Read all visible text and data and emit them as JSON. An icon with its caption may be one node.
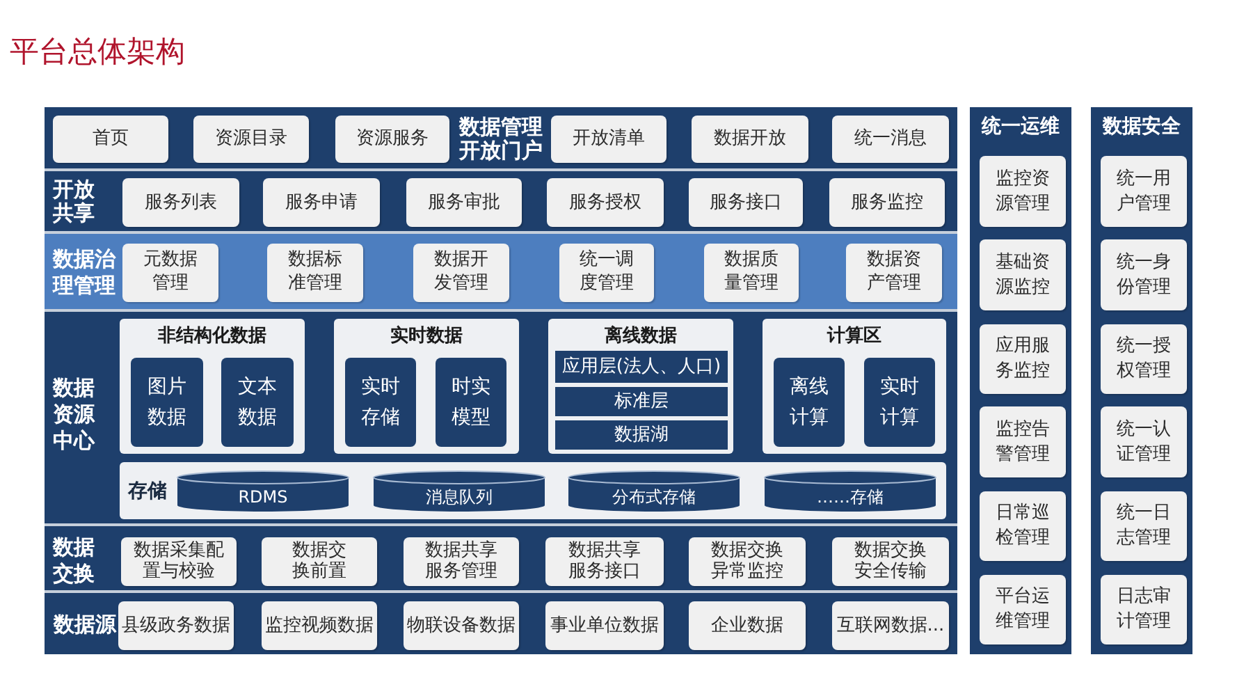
{
  "diagram": {
    "title": "平台总体架构",
    "nodes": [
      {
        "text": [
          "数据管理开放门户"
        ]
      },
      {
        "text": [
          "首页"
        ],
        "in": 0
      },
      {
        "text": [
          "资源目录"
        ],
        "in": 0
      },
      {
        "text": [
          "资源服务"
        ],
        "in": 0
      },
      {
        "text": [
          "开放清单"
        ],
        "in": 0
      },
      {
        "text": [
          "数据开放"
        ],
        "in": 0
      },
      {
        "text": [
          "统一消息"
        ],
        "in": 0
      },
      {
        "text": [
          "开放共享"
        ]
      },
      {
        "text": [
          "服务列表"
        ],
        "in": 7
      },
      {
        "text": [
          "服务申请"
        ],
        "in": 7
      },
      {
        "text": [
          "服务审批"
        ],
        "in": 7
      },
      {
        "text": [
          "服务授权"
        ],
        "in": 7
      },
      {
        "text": [
          "服务接口"
        ],
        "in": 7
      },
      {
        "text": [
          "服务监控"
        ],
        "in": 7
      },
      {
        "text": [
          "数据治理管理"
        ]
      },
      {
        "text": [
          "元数据管理"
        ],
        "in": 14
      },
      {
        "text": [
          "数据标准管理"
        ],
        "in": 14
      },
      {
        "text": [
          "数据开发管理"
        ],
        "in": 14
      },
      {
        "text": [
          "统一调度管理"
        ],
        "in": 14
      },
      {
        "text": [
          "数据质量管理"
        ],
        "in": 14
      },
      {
        "text": [
          "数据资产管理"
        ],
        "in": 14
      },
      {
        "text": [
          "数据资源中心"
        ]
      },
      {
        "text": [
          "非结构化数据"
        ],
        "in": 21
      },
      {
        "text": [
          "图片数据"
        ],
        "in": 22
      },
      {
        "text": [
          "文本数据"
        ],
        "in": 22
      },
      {
        "text": [
          "实时数据"
        ],
        "in": 21
      },
      {
        "text": [
          "实时存储"
        ],
        "in": 25
      },
      {
        "text": [
          "时实模型"
        ],
        "in": 25
      },
      {
        "text": [
          "离线数据"
        ],
        "in": 21
      },
      {
        "text": [
          "应用层(法人、人口)"
        ],
        "in": 28
      },
      {
        "text": [
          "标准层"
        ],
        "in": 28
      },
      {
        "text": [
          "数据湖"
        ],
        "in": 28
      },
      {
        "text": [
          "计算区"
        ],
        "in": 21
      },
      {
        "text": [
          "离线计算"
        ],
        "in": 32
      },
      {
        "text": [
          "实时计算"
        ],
        "in": 32
      },
      {
        "text": [
          "存储"
        ],
        "in": 21
      },
      {
        "text": [
          "RDMS"
        ],
        "in": 35
      },
      {
        "text": [
          "消息队列"
        ],
        "in": 35
      },
      {
        "text": [
          "分布式存储"
        ],
        "in": 35
      },
      {
        "text": [
          "……存储"
        ],
        "in": 35
      },
      {
        "text": [
          "数据交换"
        ]
      },
      {
        "text": [
          "数据采集配置与校验"
        ],
        "in": 40
      },
      {
        "text": [
          "数据交换前置"
        ],
        "in": 40
      },
      {
        "text": [
          "数据共享服务管理"
        ],
        "in": 40
      },
      {
        "text": [
          "数据共享服务接口"
        ],
        "in": 40
      },
      {
        "text": [
          "数据交换异常监控"
        ],
        "in": 40
      },
      {
        "text": [
          "数据交换安全传输"
        ],
        "in": 40
      },
      {
        "text": [
          "数据源"
        ]
      },
      {
        "text": [
          "县级政务数据"
        ],
        "in": 47
      },
      {
        "text": [
          "监控视频数据"
        ],
        "in": 47
      },
      {
        "text": [
          "物联设备数据"
        ],
        "in": 47
      },
      {
        "text": [
          "事业单位数据"
        ],
        "in": 47
      },
      {
        "text": [
          "企业数据"
        ],
        "in": 47
      },
      {
        "text": [
          "互联网数据..."
        ],
        "in": 47
      },
      {
        "text": [
          "统一运维"
        ]
      },
      {
        "text": [
          "监控资源管理"
        ],
        "in": 54
      },
      {
        "text": [
          "基础资源监控"
        ],
        "in": 54
      },
      {
        "text": [
          "应用服务监控"
        ],
        "in": 54
      },
      {
        "text": [
          "监控告警管理"
        ],
        "in": 54
      },
      {
        "text": [
          "日常巡检管理"
        ],
        "in": 54
      },
      {
        "text": [
          "平台运维管理"
        ],
        "in": 54
      },
      {
        "text": [
          "数据安全"
        ]
      },
      {
        "text": [
          "统一用户管理"
        ],
        "in": 61
      },
      {
        "text": [
          "统一身份管理"
        ],
        "in": 61
      },
      {
        "text": [
          "统一授权管理"
        ],
        "in": 61
      },
      {
        "text": [
          "统一认证管理"
        ],
        "in": 61
      },
      {
        "text": [
          "统一日志管理"
        ],
        "in": 61
      },
      {
        "text": [
          "日志审计管理"
        ],
        "in": 61
      }
    ]
  }
}
